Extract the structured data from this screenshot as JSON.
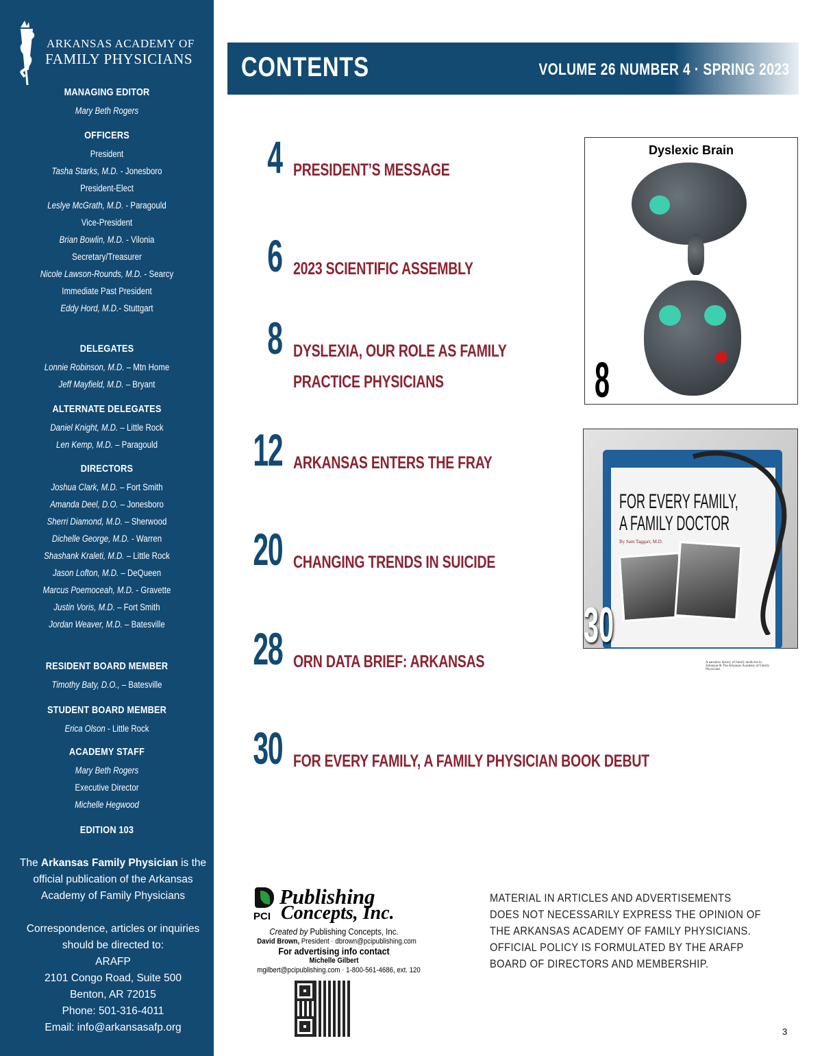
{
  "sidebar": {
    "org_line1": "ARKANSAS ACADEMY OF",
    "org_line2": "FAMILY PHYSICIANS",
    "managing_editor": {
      "heading": "MANAGING EDITOR",
      "name": "Mary Beth Rogers"
    },
    "officers": {
      "heading": "OFFICERS",
      "items": [
        {
          "role": "President",
          "name": "Tasha Starks, M.D.",
          "place": " - Jonesboro"
        },
        {
          "role": "President-Elect",
          "name": "Leslye McGrath, M.D.",
          "place": " - Paragould"
        },
        {
          "role": "Vice-President",
          "name": "Brian Bowlin, M.D.",
          "place": " - Vilonia"
        },
        {
          "role": "Secretary/Treasurer",
          "name": "Nicole Lawson-Rounds, M.D.",
          "place": " - Searcy"
        },
        {
          "role": "Immediate Past President",
          "name": "Eddy Hord, M.D.",
          "place": "- Stuttgart"
        }
      ]
    },
    "delegates": {
      "heading": "DELEGATES",
      "items": [
        {
          "name": "Lonnie Robinson, M.D.",
          "place": " – Mtn Home"
        },
        {
          "name": "Jeff Mayfield, M.D.",
          "place": " – Bryant"
        }
      ]
    },
    "alternate_delegates": {
      "heading": "ALTERNATE DELEGATES",
      "items": [
        {
          "name": "Daniel Knight, M.D.",
          "place": " – Little Rock"
        },
        {
          "name": "Len Kemp, M.D.",
          "place": " – Paragould"
        }
      ]
    },
    "directors": {
      "heading": "DIRECTORS",
      "items": [
        {
          "name": "Joshua Clark, M.D.",
          "place": " – Fort Smith"
        },
        {
          "name": "Amanda Deel, D.O.",
          "place": " – Jonesboro"
        },
        {
          "name": "Sherri Diamond, M.D.",
          "place": " – Sherwood"
        },
        {
          "name": "Dichelle George, M.D.",
          "place": " - Warren"
        },
        {
          "name": "Shashank Kraleti, M.D.",
          "place": " – Little Rock"
        },
        {
          "name": "Jason Lofton, M.D.",
          "place": " – DeQueen"
        },
        {
          "name": "Marcus Poemoceah, M.D.",
          "place": " - Gravette"
        },
        {
          "name": "Justin Voris, M.D.",
          "place": " – Fort Smith"
        },
        {
          "name": "Jordan Weaver, M.D.",
          "place": " – Batesville"
        }
      ]
    },
    "resident": {
      "heading": "RESIDENT BOARD MEMBER",
      "name": "Timothy Baty, D.O.,",
      "place": " – Batesville"
    },
    "student": {
      "heading": "STUDENT BOARD MEMBER",
      "name": "Erica Olson",
      "place": " -  Little Rock"
    },
    "staff": {
      "heading": "ACADEMY STAFF",
      "name1": "Mary Beth Rogers",
      "role1": "Executive Director",
      "name2": "Michelle Hegwood"
    },
    "edition": "EDITION 103",
    "about_pre": "The ",
    "about_bold": "Arkansas Family Physician",
    "about_post": " is the official publication of the Arkansas Academy of Family Physicians",
    "contact": [
      "Correspondence, articles or inquiries",
      "should be directed to:",
      "ARAFP",
      "2101 Congo Road, Suite 500",
      "Benton, AR 72015",
      "Phone: 501-316-4011",
      "Email: info@arkansasafp.org"
    ]
  },
  "header": {
    "title": "CONTENTS",
    "volume": "VOLUME 26 NUMBER 4  ·  SPRING 2023"
  },
  "toc": [
    {
      "page": "4",
      "title": "PRESIDENT’S MESSAGE"
    },
    {
      "page": "6",
      "title": "2023 SCIENTIFIC ASSEMBLY"
    },
    {
      "page": "8",
      "title": "DYSLEXIA, OUR ROLE AS FAMILY",
      "title2": "PRACTICE PHYSICIANS"
    },
    {
      "page": "12",
      "title": "ARKANSAS ENTERS THE FRAY"
    },
    {
      "page": "20",
      "title": "CHANGING TRENDS IN SUICIDE"
    },
    {
      "page": "28",
      "title": "ORN DATA BRIEF: ARKANSAS"
    },
    {
      "page": "30",
      "title": "FOR EVERY FAMILY, A FAMILY PHYSICIAN  BOOK DEBUT"
    }
  ],
  "feature1": {
    "caption": "Dyslexic Brain",
    "page": "8"
  },
  "feature2": {
    "book_title1": "FOR EVERY FAMILY,",
    "book_title2": "A FAMILY DOCTOR",
    "author": "By Sam Taggart, M.D.",
    "subtitle": "A narrative history of family medicine in Arkansas & The Arkansas Academy of Family Physicians",
    "page": "30"
  },
  "publisher": {
    "pci": "PCI",
    "name1": "Publishing",
    "name2": "Concepts, Inc.",
    "created_by_label": "Created by",
    "created_by": " Publishing Concepts, Inc.",
    "president_name": "David Brown,",
    "president_line": " President  ·  dbrown@pcipublishing.com",
    "advertising": "For advertising info contact",
    "contact_name": "Michelle Gilbert",
    "contact_line": "mgilbert@pcipublishing.com  ·  1-800-561-4686, ext. 120"
  },
  "disclaimer": [
    "MATERIAL IN ARTICLES AND ADVERTISEMENTS",
    "DOES NOT NECESSARILY EXPRESS THE OPINION OF",
    "THE ARKANSAS ACADEMY OF FAMILY PHYSICIANS.",
    "OFFICIAL POLICY IS FORMULATED BY THE ARAFP",
    "BOARD OF DIRECTORS AND MEMBERSHIP."
  ],
  "page_number": "3"
}
